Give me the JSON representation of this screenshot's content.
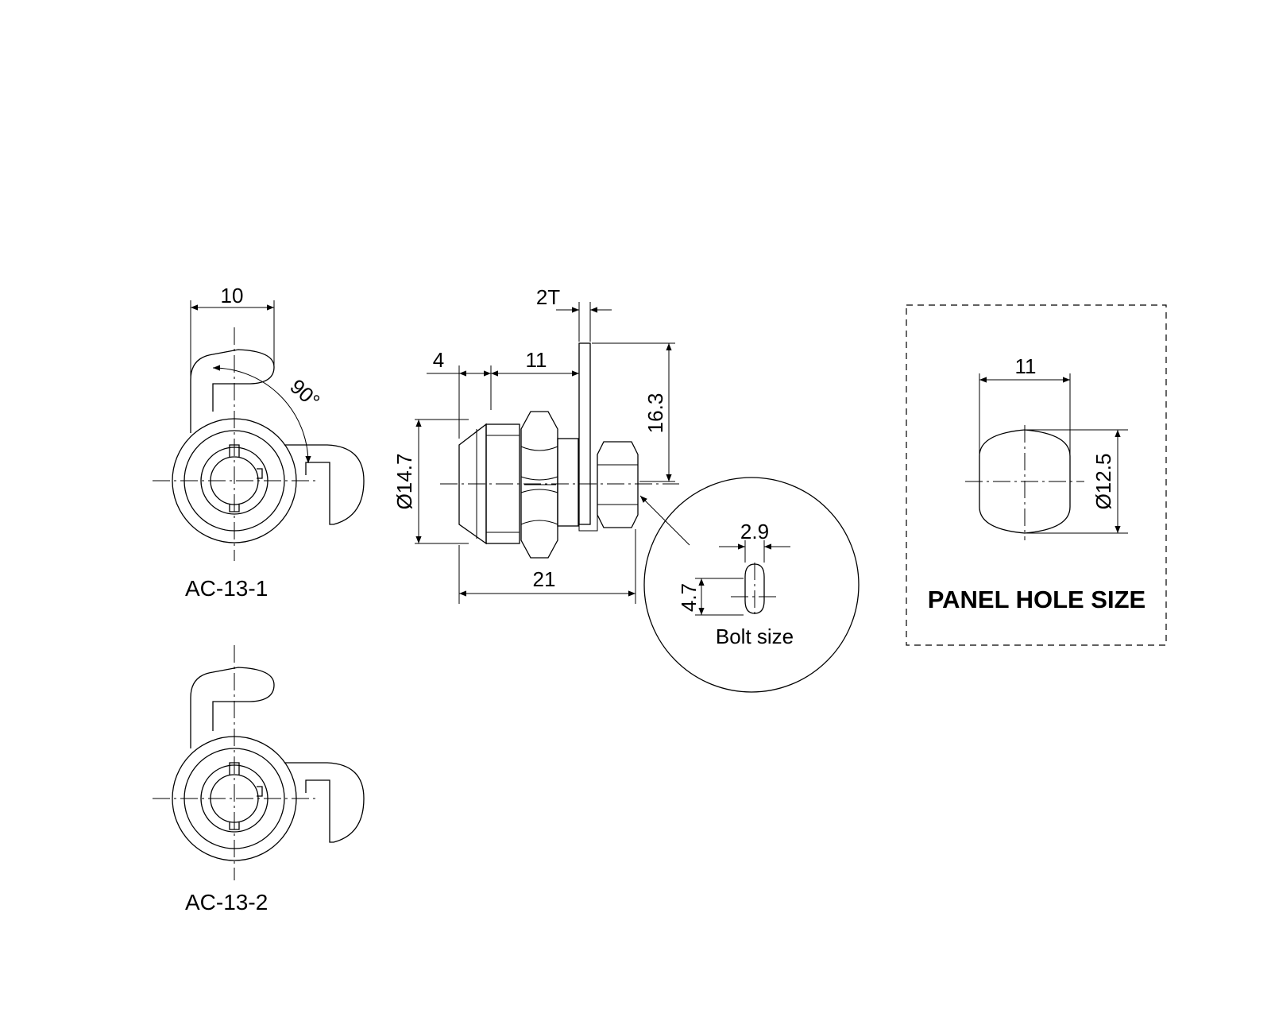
{
  "views": {
    "front_top": {
      "caption": "AC-13-1",
      "dim_width": "10",
      "dim_angle": "90°"
    },
    "front_bottom": {
      "caption": "AC-13-2"
    },
    "side": {
      "dim_thickness": "2T",
      "dim_front": "4",
      "dim_body": "11",
      "dim_cam": "16.3",
      "dim_dia": "Ø14.7",
      "dim_length": "21"
    },
    "detail": {
      "dim_bolt_w": "2.9",
      "dim_bolt_h": "4.7",
      "label": "Bolt size"
    },
    "panel": {
      "title": "PANEL HOLE SIZE",
      "dim_flat": "11",
      "dim_dia": "Ø12.5"
    }
  },
  "colors": {
    "line": "#000000",
    "background": "#ffffff"
  }
}
